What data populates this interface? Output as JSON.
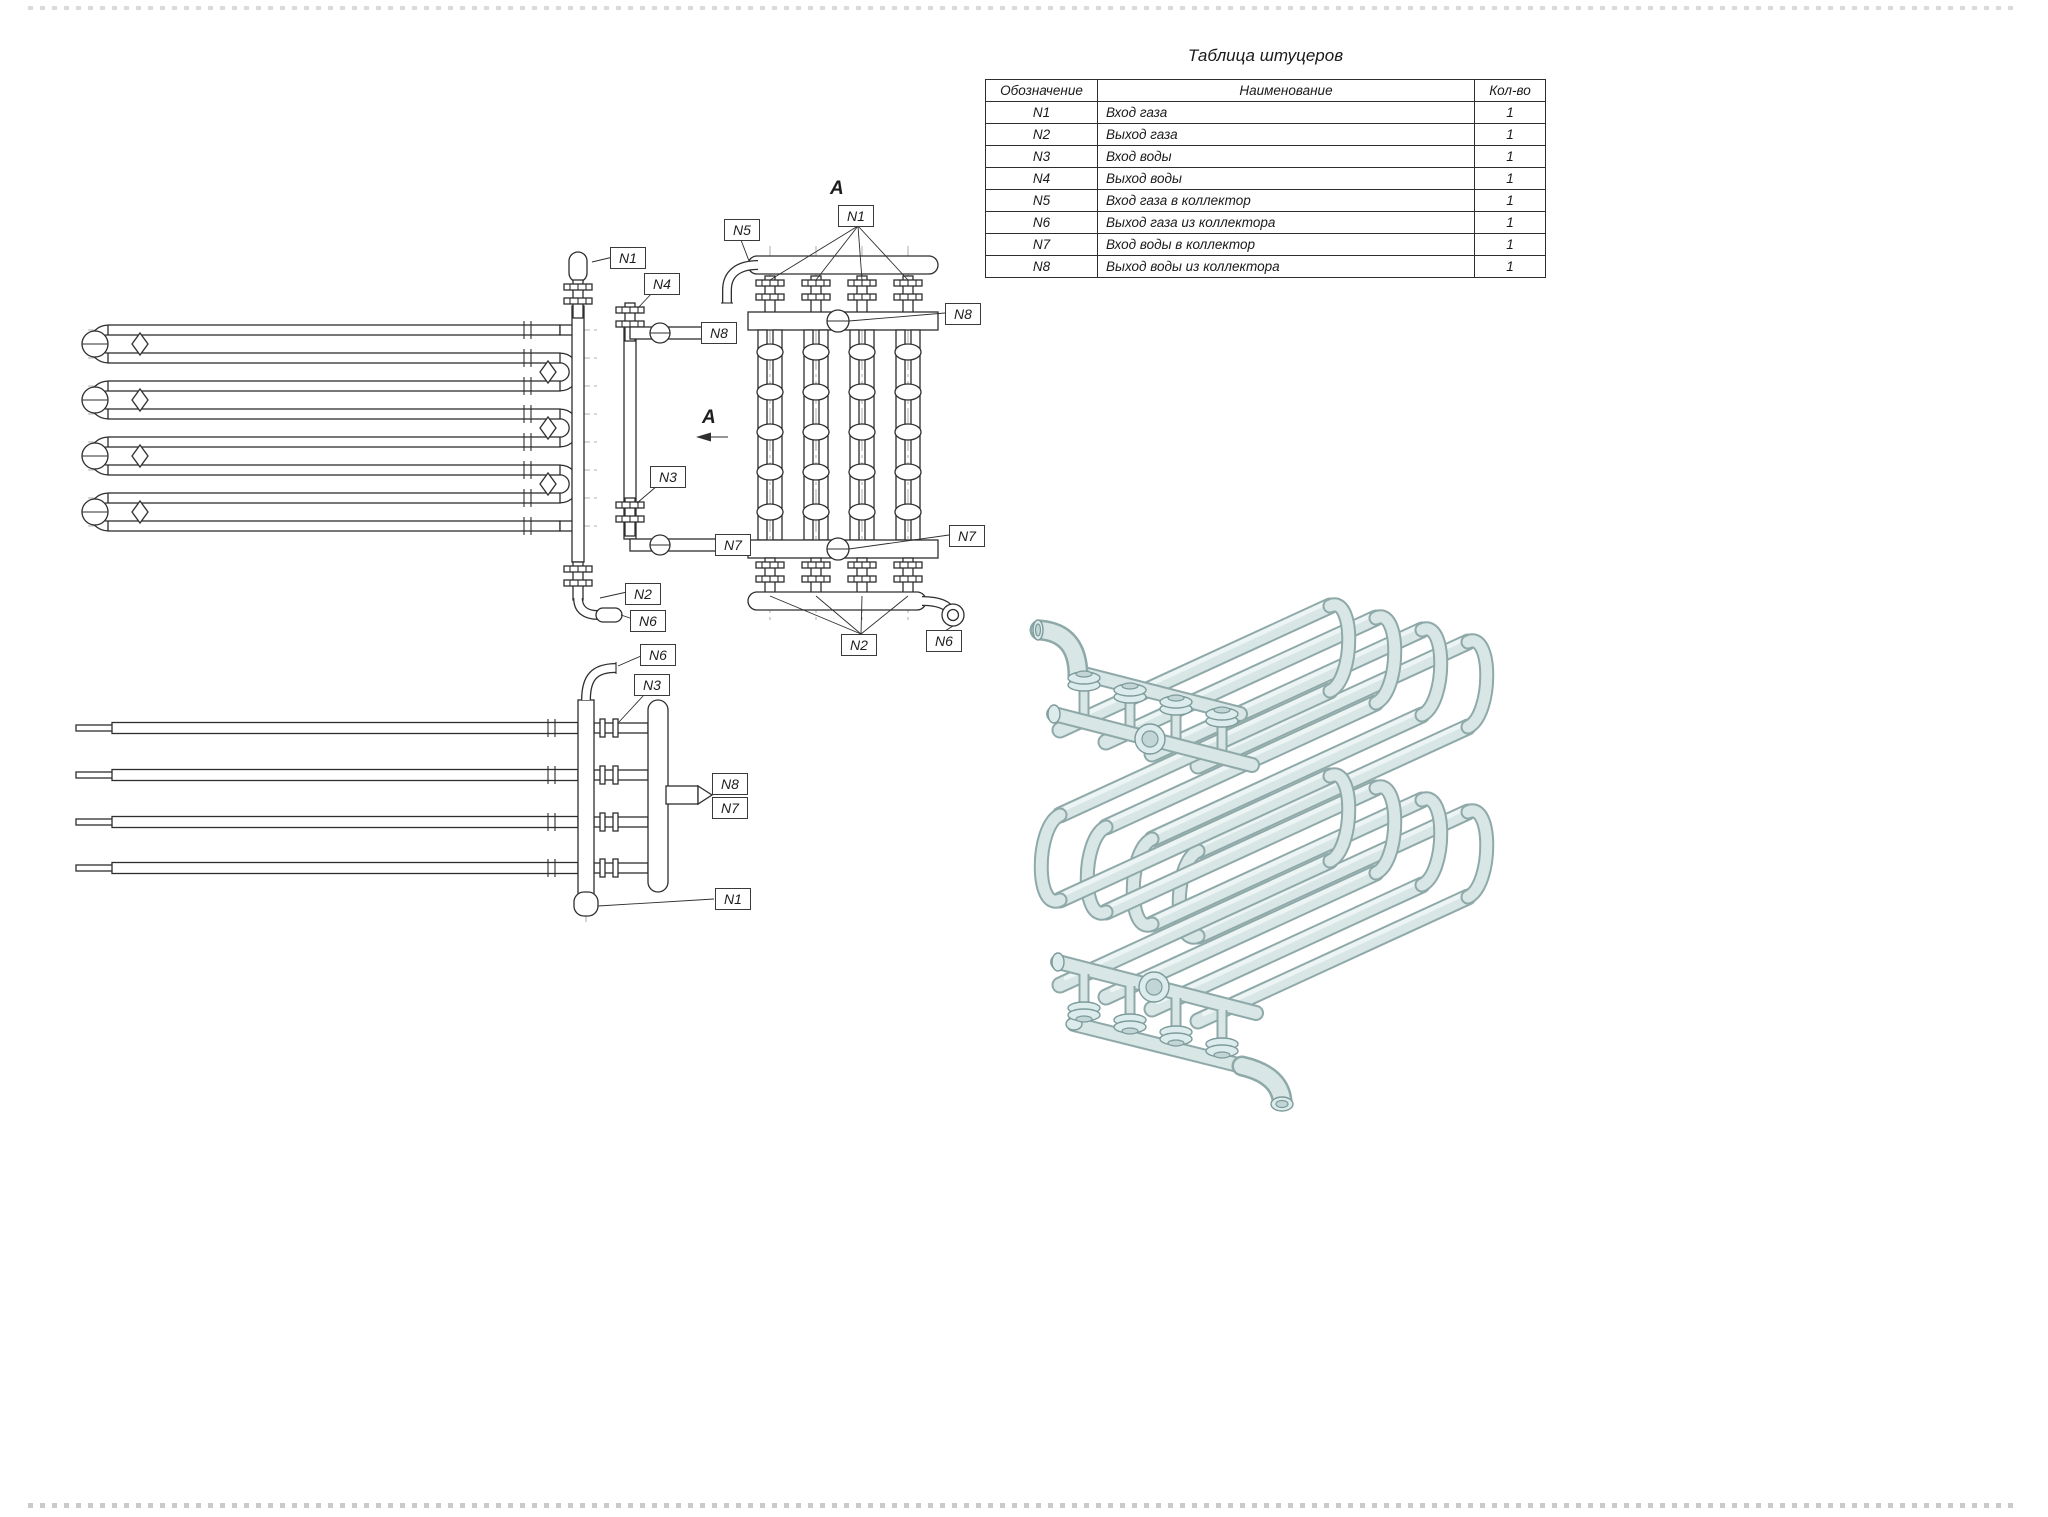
{
  "table": {
    "title": "Таблица штуцеров",
    "columns": [
      "Обозначение",
      "Наименование",
      "Кол-во"
    ],
    "rows": [
      [
        "N1",
        "Вход газа",
        "1"
      ],
      [
        "N2",
        "Выход газа",
        "1"
      ],
      [
        "N3",
        "Вход воды",
        "1"
      ],
      [
        "N4",
        "Выход воды",
        "1"
      ],
      [
        "N5",
        "Вход газа в коллектор",
        "1"
      ],
      [
        "N6",
        "Выход газа из коллектора",
        "1"
      ],
      [
        "N7",
        "Вход воды в коллектор",
        "1"
      ],
      [
        "N8",
        "Выход воды из коллектора",
        "1"
      ]
    ]
  },
  "nozzles": {
    "n1": "N1",
    "n2": "N2",
    "n3": "N3",
    "n4": "N4",
    "n5": "N5",
    "n6": "N6",
    "n7": "N7",
    "n8": "N8"
  },
  "section_label": "A",
  "colors": {
    "line": "#2e2e2e",
    "render_fill": "#d8e6e6",
    "render_outline": "#8fa9a9"
  }
}
